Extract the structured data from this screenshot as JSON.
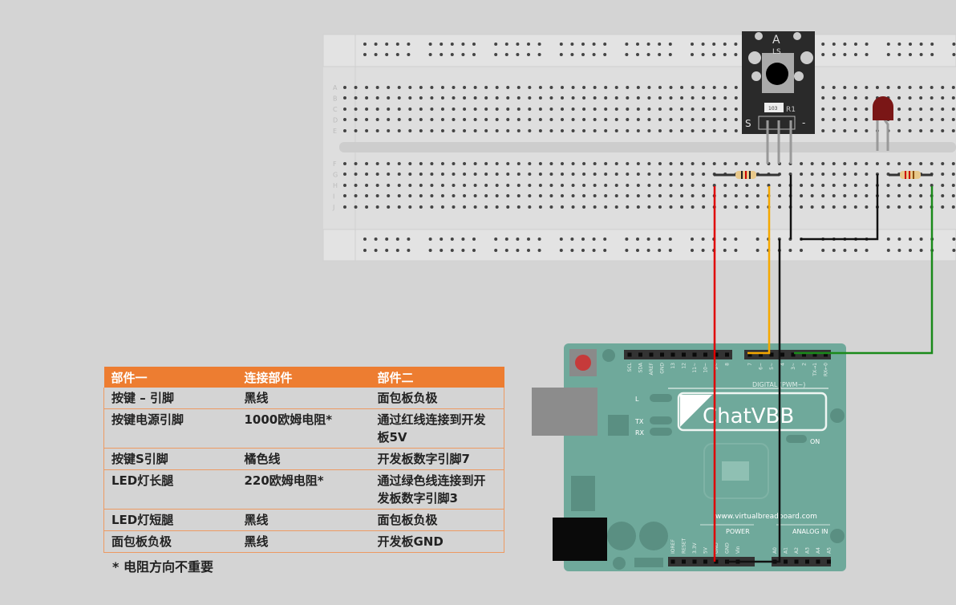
{
  "table": {
    "headers": [
      "部件一",
      "连接部件",
      "部件二"
    ],
    "rows": [
      [
        "按键 – 引脚",
        "黑线",
        "面包板负极"
      ],
      [
        "按键电源引脚",
        "1000欧姆电阻*",
        "通过红线连接到开发板5V"
      ],
      [
        "按键S引脚",
        "橘色线",
        "开发板数字引脚7"
      ],
      [
        "LED灯长腿",
        "220欧姆电阻*",
        "通过绿色线连接到开发板数字引脚3"
      ],
      [
        "LED灯短腿",
        "黑线",
        "面包板负极"
      ],
      [
        "面包板负极",
        "黑线",
        "开发板GND"
      ]
    ]
  },
  "footnote": "* 电阻方向不重要",
  "breadboard": {
    "row_labels_top": [
      "A",
      "B",
      "C",
      "D",
      "E"
    ],
    "row_labels_bottom": [
      "F",
      "G",
      "H",
      "I",
      "J"
    ]
  },
  "button_module": {
    "top_label": "A",
    "name_label": "LS",
    "resistor_code": "103",
    "resistor_label": "R1",
    "pin_s": "S",
    "pin_minus": "-"
  },
  "arduino": {
    "logo": "ChatVBB",
    "url": "www.virtualbreadboard.com",
    "digital_label": "DIGITAL (PWM~)",
    "power_label": "POWER",
    "analog_label": "ANALOG IN",
    "led_l": "L",
    "led_tx": "TX",
    "led_rx": "RX",
    "led_on": "ON",
    "top_pins_left": [
      "SCL",
      "SDA",
      "AREF",
      "GND",
      "13",
      "12",
      "11~",
      "10~",
      "9~",
      "8"
    ],
    "top_pins_right": [
      "7",
      "6~",
      "5~",
      "4",
      "3~",
      "2",
      "TX→1",
      "RX←0"
    ],
    "power_pins": [
      "IOREF",
      "RESET",
      "3.3V",
      "5V",
      "GND",
      "GND",
      "Vin"
    ],
    "analog_pins": [
      "A0",
      "A1",
      "A2",
      "A3",
      "A4",
      "A5"
    ]
  },
  "colors": {
    "header": "#ed7d31",
    "board": "#6fa99b",
    "wire_red": "#e00000",
    "wire_orange": "#f5a800",
    "wire_green": "#1a8a1a",
    "wire_black": "#111111",
    "led": "#7a1616"
  }
}
